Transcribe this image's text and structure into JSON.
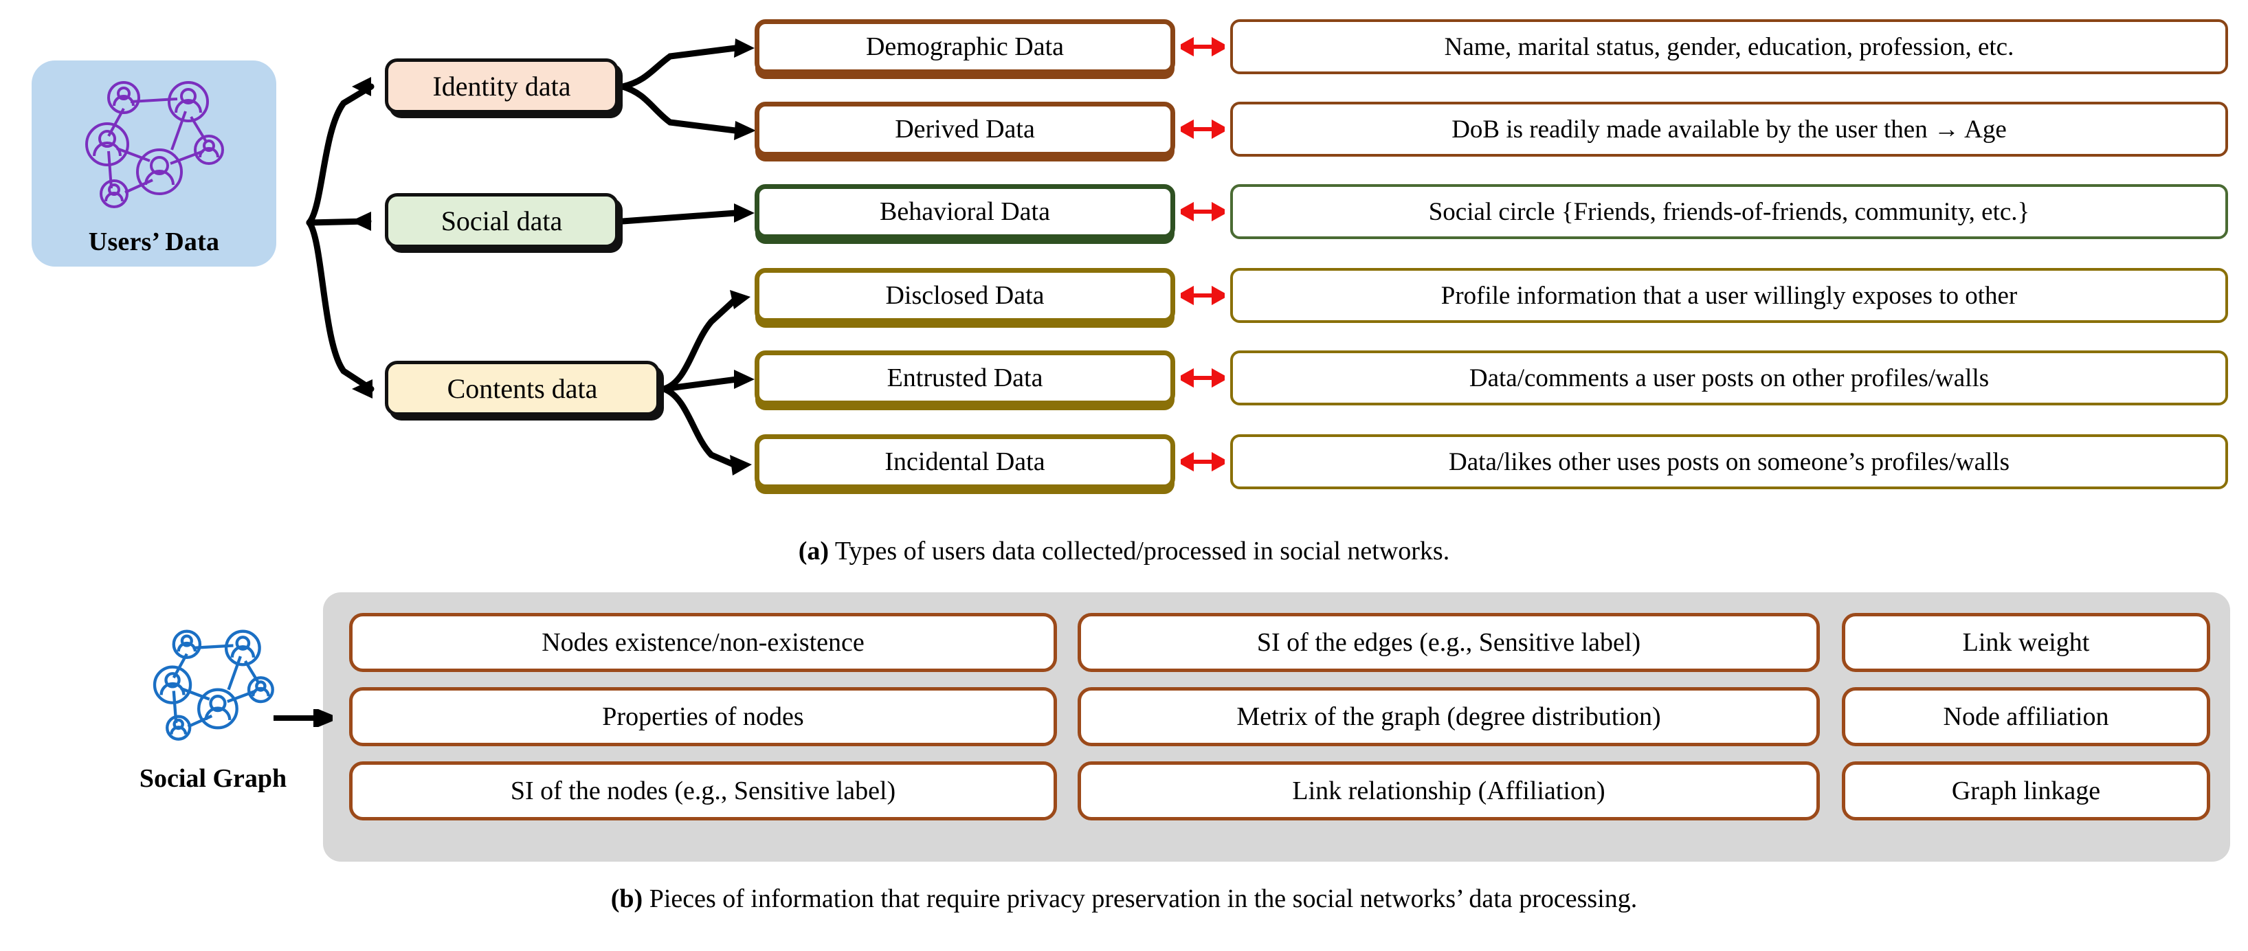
{
  "figure": {
    "panel_a": {
      "root": {
        "label": "Users’ Data",
        "icon": "social-network-icon",
        "fill": "#bcd7ef",
        "icon_color": "#7b2fbe"
      },
      "categories": [
        {
          "label": "Identity data",
          "fill": "#fbe2d2"
        },
        {
          "label": "Social data",
          "fill": "#e0eed7"
        },
        {
          "label": "Contents data",
          "fill": "#fdf0cf"
        }
      ],
      "types": [
        {
          "label": "Demographic Data",
          "border": "#8a4516",
          "description": "Name, marital status, gender, education, profession, etc."
        },
        {
          "label": "Derived Data",
          "border": "#8a4516",
          "description": "DoB is readily made available by the user then → Age"
        },
        {
          "label": "Behavioral Data",
          "border": "#2f5122",
          "description": "Social circle {Friends, friends-of-friends, community, etc.}"
        },
        {
          "label": "Disclosed Data",
          "border": "#8a7008",
          "description": "Profile information that a user willingly exposes to other"
        },
        {
          "label": "Entrusted Data",
          "border": "#8a7008",
          "description": "Data/comments a user posts on other profiles/walls"
        },
        {
          "label": "Incidental Data",
          "border": "#8a7008",
          "description": "Data/likes other uses posts on someone’s profiles/walls"
        }
      ],
      "caption_label": "(a)",
      "caption_text": "Types of users data collected/processed in social networks."
    },
    "panel_b": {
      "root": {
        "label": "Social Graph",
        "icon": "social-network-icon",
        "icon_color": "#1a6fc4"
      },
      "band_color": "#d7d7d7",
      "box_border": "#9c4a1a",
      "items": [
        [
          "Nodes existence/non-existence",
          "SI of the edges (e.g., Sensitive label)",
          "Link weight"
        ],
        [
          "Properties of nodes",
          "Metrix of the graph (degree distribution)",
          "Node affiliation"
        ],
        [
          "SI of the nodes (e.g., Sensitive label)",
          "Link relationship (Affiliation)",
          "Graph linkage"
        ]
      ],
      "caption_label": "(b)",
      "caption_text": "Pieces of information that require privacy preservation in the social networks’ data processing."
    },
    "arrow_colors": {
      "link": "#ee1111",
      "tree": "#000000"
    }
  }
}
